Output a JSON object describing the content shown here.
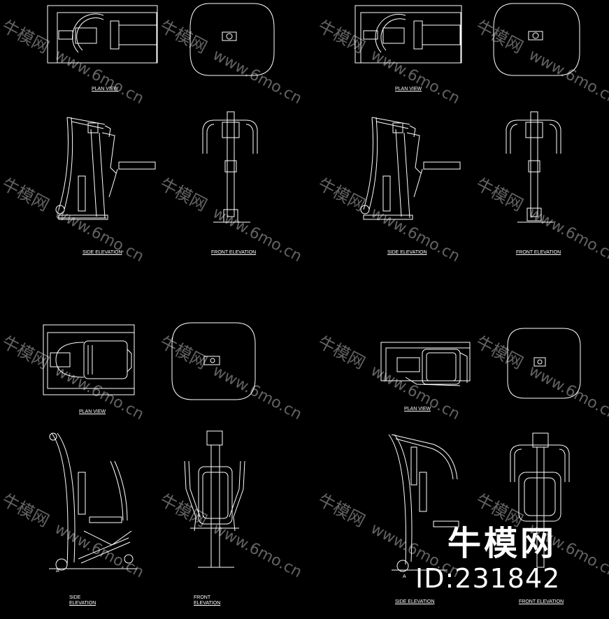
{
  "labels": {
    "plan_view": "PLAN VIEW",
    "side_elevation": "SIDE ELEVATION",
    "front_elevation": "FRONT ELEVATION",
    "side": "SIDE",
    "front": "FRONT",
    "elevation": "ELEVATION",
    "marker_a": "A"
  },
  "watermark": {
    "cn": "牛模网",
    "url": "www.6mo.cn"
  },
  "brand": {
    "name": "牛模网",
    "id": "ID:231842"
  },
  "colors": {
    "background": "#000000",
    "line": "#ffffff",
    "watermark": "rgba(255,255,255,0.38)"
  }
}
